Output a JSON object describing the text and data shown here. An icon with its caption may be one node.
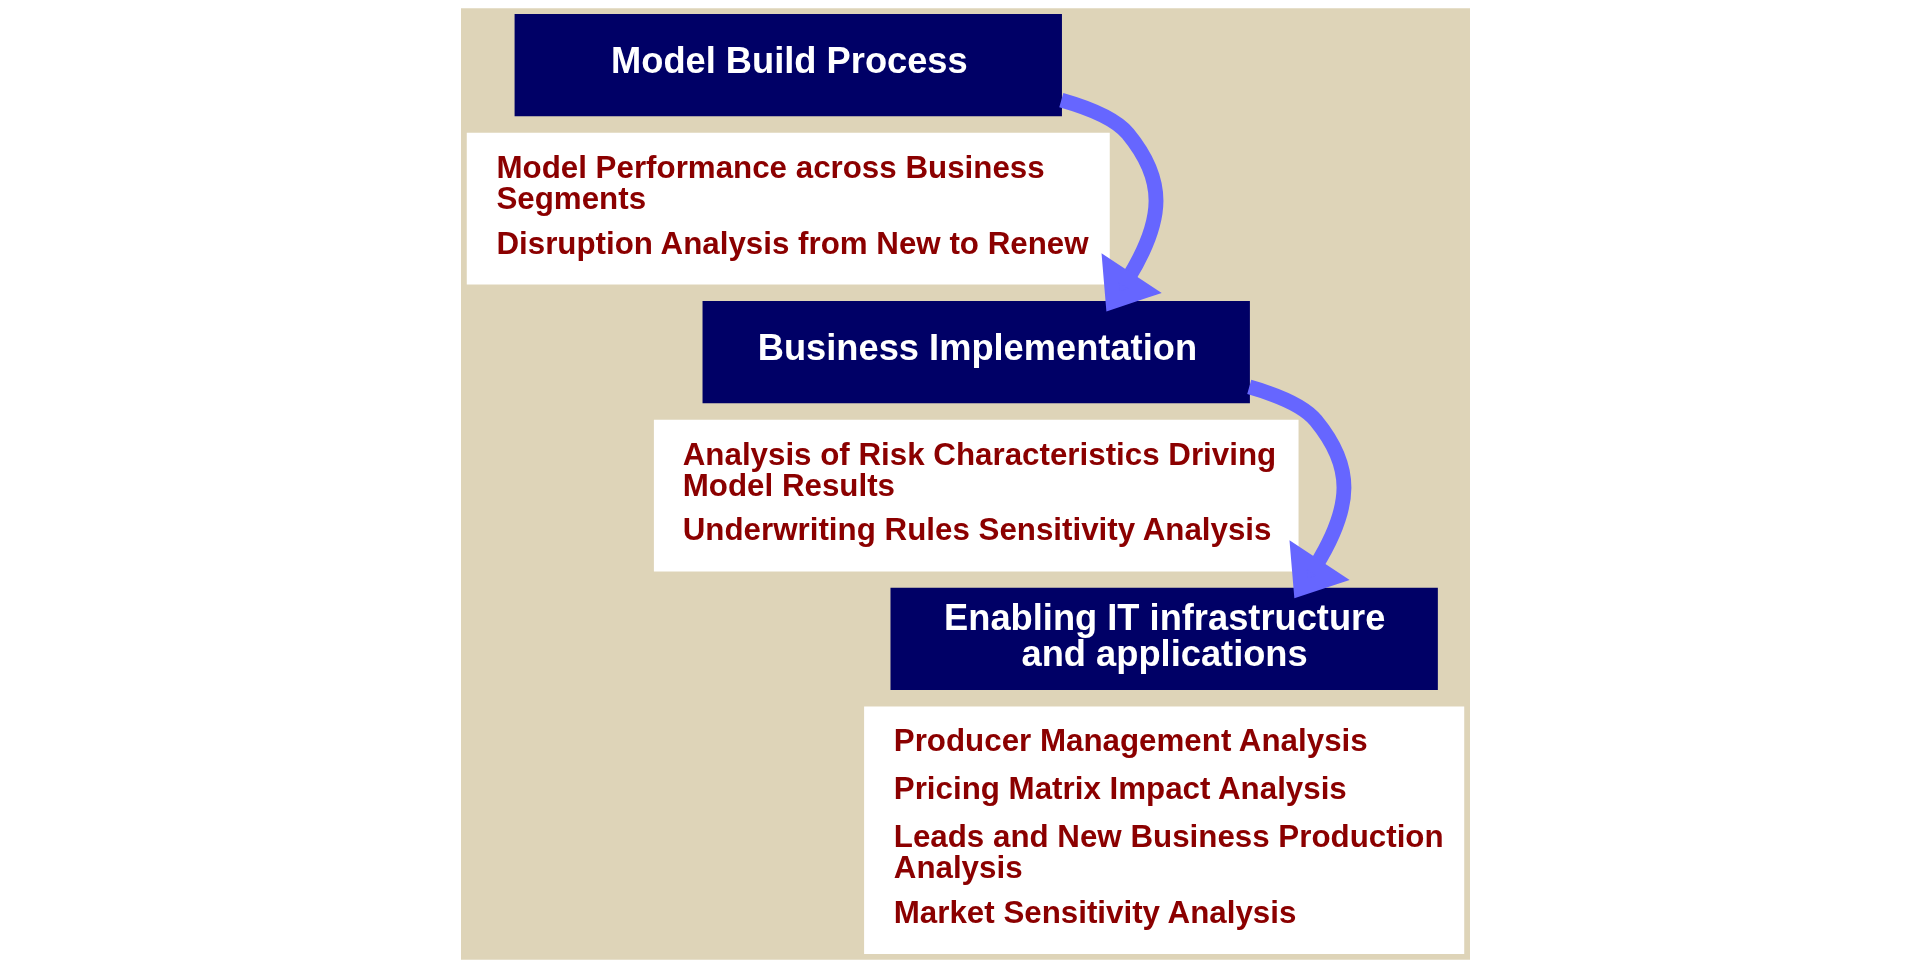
{
  "diagram": {
    "nodes": [
      {
        "text": [
          "Model Build Process"
        ]
      },
      {
        "text": [
          "Model Performance across Business Segments",
          "Disruption Analysis from New to Renew"
        ]
      },
      {
        "text": [
          "Business Implementation"
        ]
      },
      {
        "text": [
          "Analysis of Risk Characteristics Driving Model Results",
          "Underwriting Rules Sensitivity Analysis"
        ]
      },
      {
        "text": [
          "Enabling IT infrastructure and applications"
        ]
      },
      {
        "text": [
          "Producer Management Analysis",
          "Pricing Matrix Impact Analysis",
          "Leads and New Business Production Analysis",
          "Market Sensitivity Analysis"
        ]
      }
    ],
    "edges": [
      {
        "from": 0,
        "to": 2,
        "arrow": "to"
      },
      {
        "from": 2,
        "to": 4,
        "arrow": "to"
      }
    ]
  }
}
